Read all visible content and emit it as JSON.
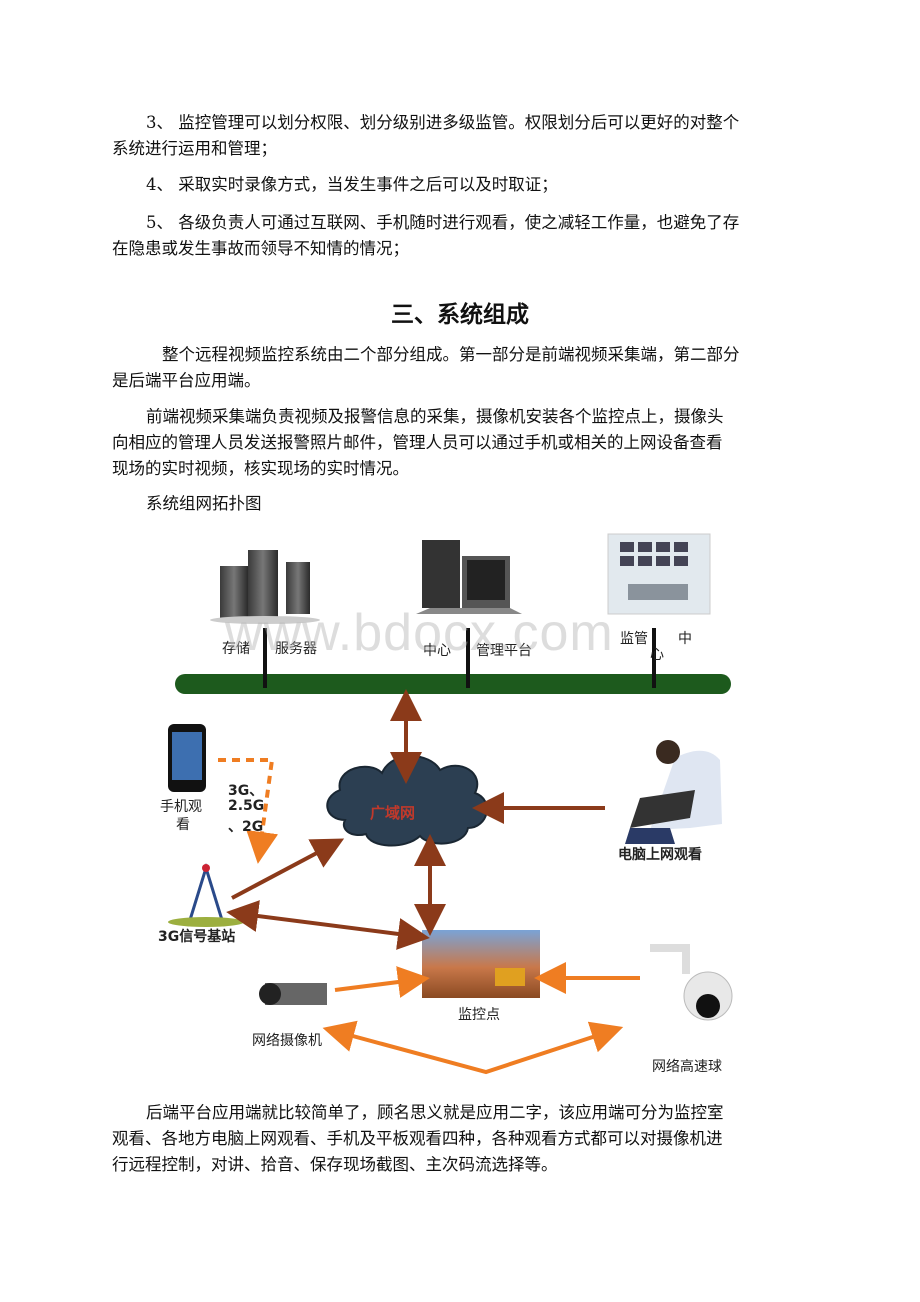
{
  "paragraphs": {
    "p3_line1": "3、 监控管理可以划分权限、划分级别进多级监管。权限划分后可以更好的对整个",
    "p3_line2": "系统进行运用和管理；",
    "p4": "4、 采取实时录像方式，当发生事件之后可以及时取证；",
    "p5_line1": "5、 各级负责人可通过互联网、手机随时进行观看，使之减轻工作量，也避免了存",
    "p5_line2": "在隐患或发生事故而领导不知情的情况；"
  },
  "section_title": "三、系统组成",
  "intro": {
    "line1": "整个远程视频监控系统由二个部分组成。第一部分是前端视频采集端，第二部分",
    "line2": "是后端平台应用端。"
  },
  "frontend": {
    "line1": "前端视频采集端负责视频及报警信息的采集，摄像机安装各个监控点上，摄像头",
    "line2": "向相应的管理人员发送报警照片邮件，管理人员可以通过手机或相关的上网设备查看",
    "line3": "现场的实时视频，核实现场的实时情况。"
  },
  "diagram_caption": "系统组网拓扑图",
  "watermark": "www.bdocx.com",
  "diagram": {
    "storage": "存储",
    "server": "服务器",
    "center": "中心",
    "platform": "管理平台",
    "monitor_a": "监管",
    "monitor_b": "中",
    "monitor_c": "心",
    "phone_a": "手机观",
    "phone_b": "看",
    "net_a": "3G、",
    "net_b": "2.5G",
    "net_c": "、2G",
    "wan": "广域网",
    "pc_view": "电脑上网观看",
    "base_station": "3G信号基站",
    "site": "监控点",
    "camera": "网络摄像机",
    "dome": "网络高速球"
  },
  "backend": {
    "line1": "后端平台应用端就比较简单了，顾名思义就是应用二字，该应用端可分为监控室",
    "line2": "观看、各地方电脑上网观看、手机及平板观看四种，各种观看方式都可以对摄像机进",
    "line3": "行远程控制，对讲、拾音、保存现场截图、主次码流选择等。"
  },
  "colors": {
    "bus": "#1d5a1d",
    "arrow_brown": "#8b3a1a",
    "arrow_orange": "#ef7d22",
    "cloud": "#2c3f52"
  }
}
